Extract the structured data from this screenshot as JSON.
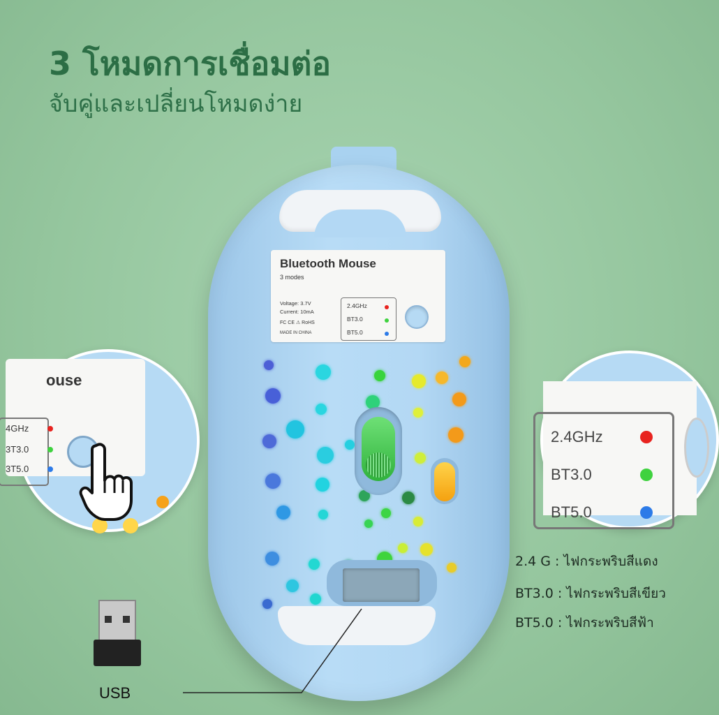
{
  "headline": {
    "line1": "3 โหมดการเชื่อมต่อ",
    "line2": "จับคู่และเปลี่ยนโหมดง่าย"
  },
  "label_card": {
    "title": "Bluetooth Mouse",
    "subtitle": "3 modes",
    "voltage": "Voltage: 3.7V",
    "current": "Current: 10mA",
    "certs": "FC CE ⚠ RoHS",
    "origin": "MADE IN CHINA",
    "modes": [
      {
        "label": "2.4GHz",
        "color": "#e8231f"
      },
      {
        "label": "BT3.0",
        "color": "#3fd23f"
      },
      {
        "label": "BT5.0",
        "color": "#2d7be8"
      }
    ]
  },
  "zoom_left": {
    "title_fragment": "ouse",
    "modes": [
      "4GHz",
      "3T3.0",
      "3T5.0"
    ]
  },
  "zoom_right": {
    "modes": [
      "2.4GHz",
      "BT3.0",
      "BT5.0"
    ]
  },
  "legend": [
    {
      "mode": "2.4 G",
      "sep": " : ",
      "desc": "ไฟกระพริบสีแดง"
    },
    {
      "mode": "BT3.0",
      "sep": " : ",
      "desc": "ไฟกระพริบสีเขียว"
    },
    {
      "mode": "BT5.0",
      "sep": " : ",
      "desc": "ไฟกระพริบสีฟ้า"
    }
  ],
  "usb_label": "USB",
  "colors": {
    "background": "#95c69e",
    "headline": "#2c6e45",
    "mouse_shell": "#b3d8f4"
  },
  "icons": [
    "hand-pointer-icon",
    "usb-dongle-icon"
  ]
}
